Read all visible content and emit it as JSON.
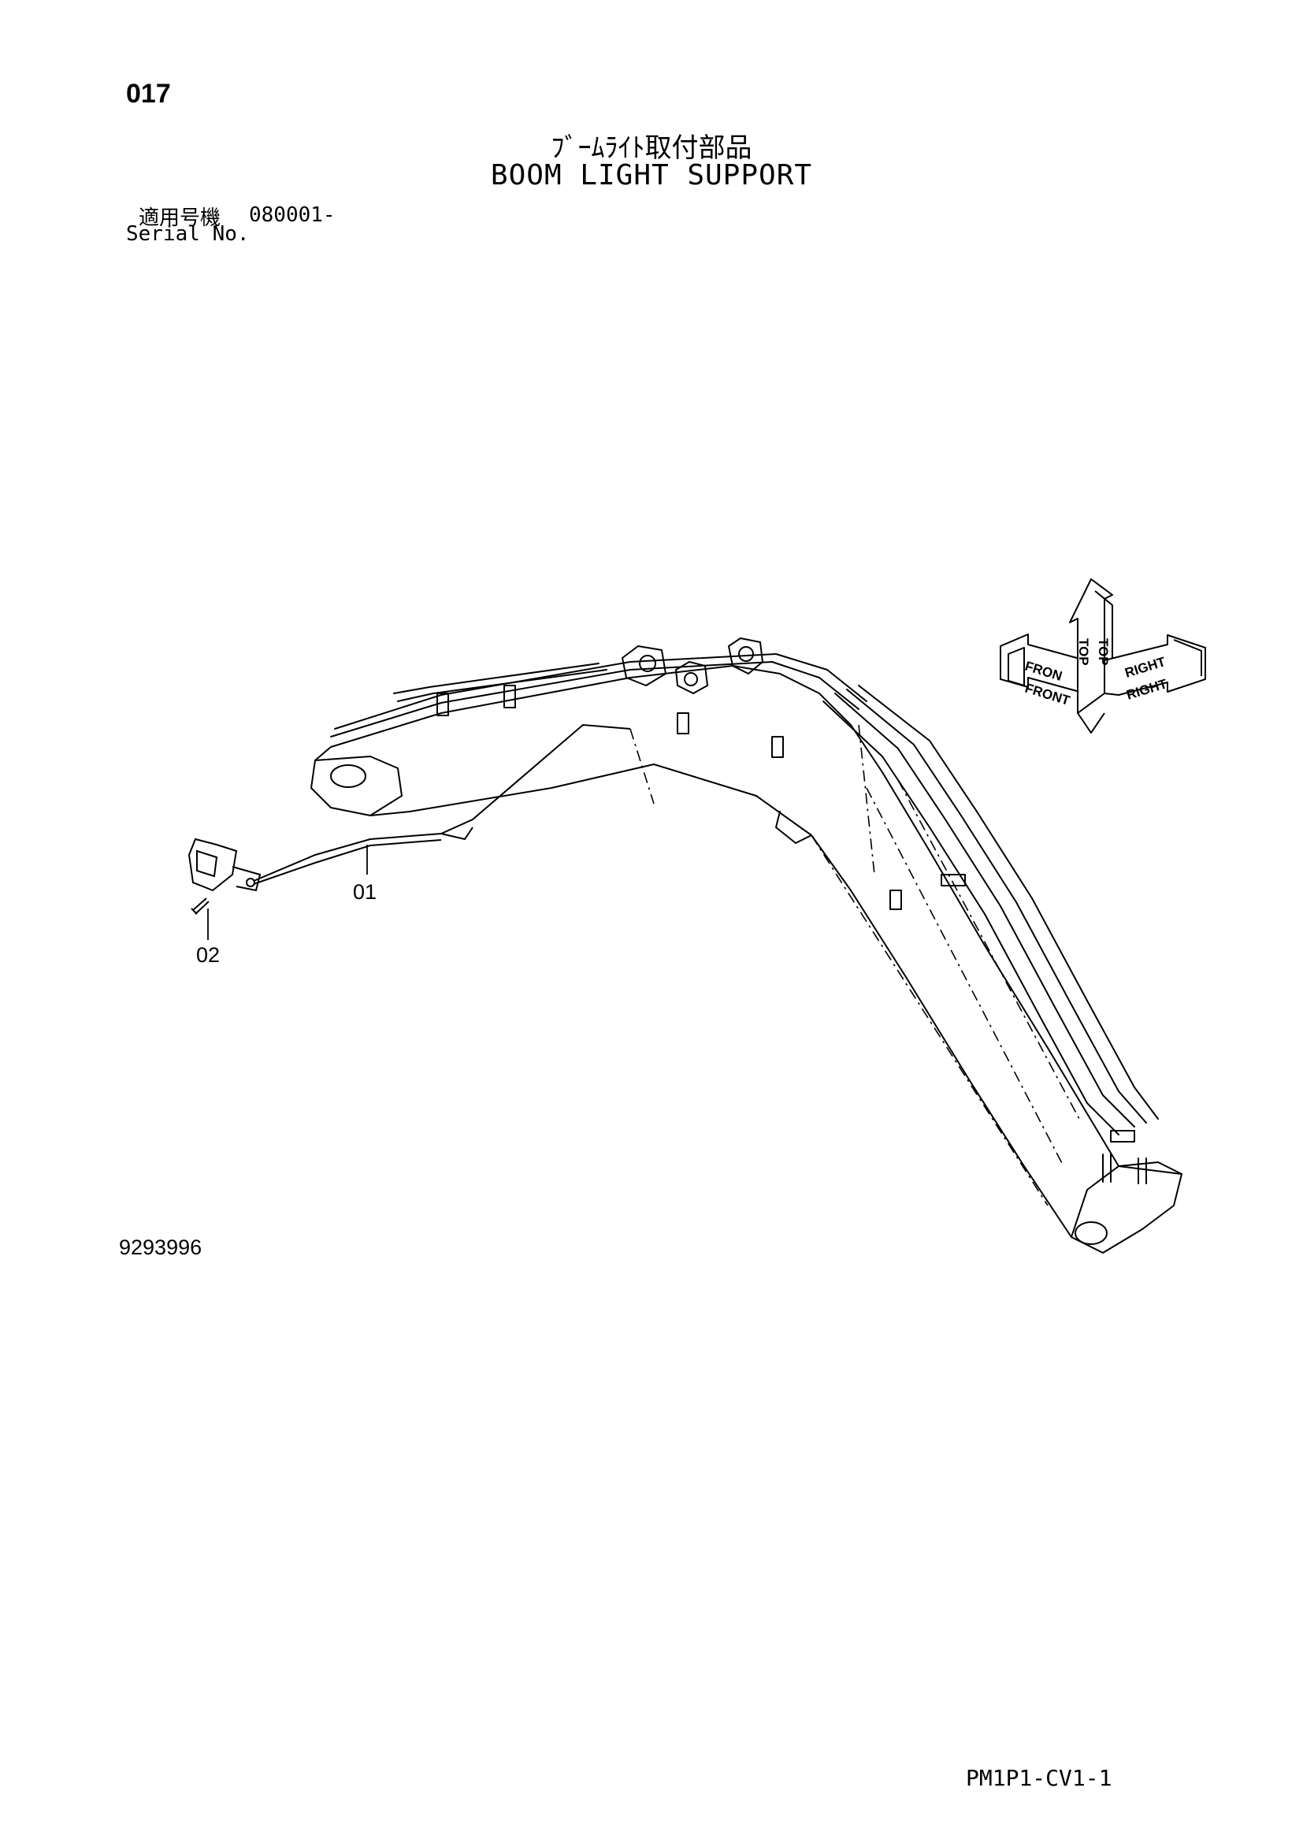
{
  "page_number": "017",
  "title_jp": "ﾌﾞｰﾑﾗｲﾄ取付部品",
  "title_en": "BOOM LIGHT SUPPORT",
  "serial": {
    "label_jp": "適用号機",
    "value": "080001-",
    "label_en": "Serial No."
  },
  "callouts": [
    "01",
    "02"
  ],
  "direction_indicator": {
    "top": "TOP",
    "front": "FRONT",
    "front_partial": "FRON",
    "right": "RIGHT"
  },
  "part_number": "9293996",
  "document_code": "PM1P1-CV1-1"
}
